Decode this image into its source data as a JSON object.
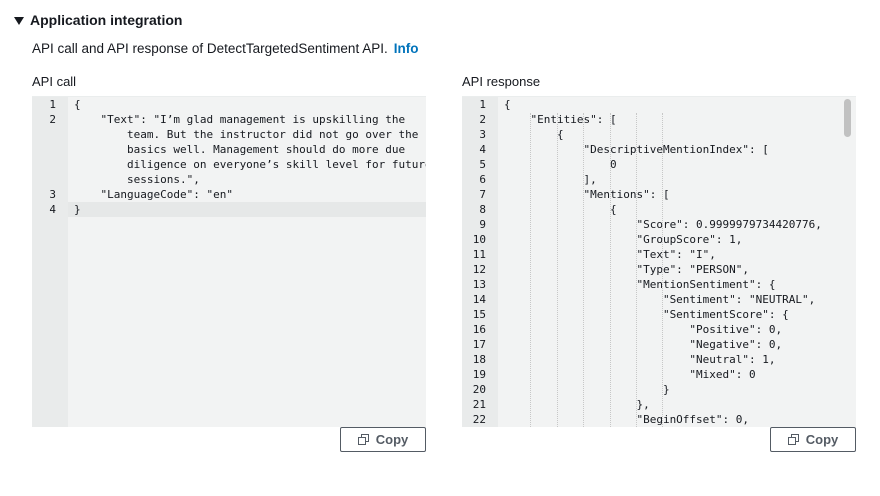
{
  "section": {
    "title": "Application integration",
    "description": "API call and API response of DetectTargetedSentiment API.",
    "info_link": "Info"
  },
  "api_call": {
    "label": "API call",
    "copy_label": "Copy",
    "lines": [
      {
        "n": "1",
        "text": "{"
      },
      {
        "n": "2",
        "text": "    \"Text\": \"I’m glad management is upskilling the"
      },
      {
        "n": "",
        "text": "        team. But the instructor did not go over the"
      },
      {
        "n": "",
        "text": "        basics well. Management should do more due"
      },
      {
        "n": "",
        "text": "        diligence on everyone’s skill level for future"
      },
      {
        "n": "",
        "text": "        sessions.\","
      },
      {
        "n": "3",
        "text": "    \"LanguageCode\": \"en\""
      },
      {
        "n": "4",
        "text": "}"
      }
    ]
  },
  "api_response": {
    "label": "API response",
    "copy_label": "Copy",
    "lines": [
      {
        "n": "1",
        "text": "{"
      },
      {
        "n": "2",
        "text": "    \"Entities\": ["
      },
      {
        "n": "3",
        "text": "        {"
      },
      {
        "n": "4",
        "text": "            \"DescriptiveMentionIndex\": ["
      },
      {
        "n": "5",
        "text": "                0"
      },
      {
        "n": "6",
        "text": "            ],"
      },
      {
        "n": "7",
        "text": "            \"Mentions\": ["
      },
      {
        "n": "8",
        "text": "                {"
      },
      {
        "n": "9",
        "text": "                    \"Score\": 0.9999979734420776,"
      },
      {
        "n": "10",
        "text": "                    \"GroupScore\": 1,"
      },
      {
        "n": "11",
        "text": "                    \"Text\": \"I\","
      },
      {
        "n": "12",
        "text": "                    \"Type\": \"PERSON\","
      },
      {
        "n": "13",
        "text": "                    \"MentionSentiment\": {"
      },
      {
        "n": "14",
        "text": "                        \"Sentiment\": \"NEUTRAL\","
      },
      {
        "n": "15",
        "text": "                        \"SentimentScore\": {"
      },
      {
        "n": "16",
        "text": "                            \"Positive\": 0,"
      },
      {
        "n": "17",
        "text": "                            \"Negative\": 0,"
      },
      {
        "n": "18",
        "text": "                            \"Neutral\": 1,"
      },
      {
        "n": "19",
        "text": "                            \"Mixed\": 0"
      },
      {
        "n": "20",
        "text": "                        }"
      },
      {
        "n": "21",
        "text": "                    },"
      },
      {
        "n": "22",
        "text": "                    \"BeginOffset\": 0,"
      }
    ]
  },
  "colors": {
    "link": "#0073bb",
    "editor_bg": "#f2f3f3",
    "gutter_bg": "#e9ebeb",
    "button_border": "#545b64"
  }
}
